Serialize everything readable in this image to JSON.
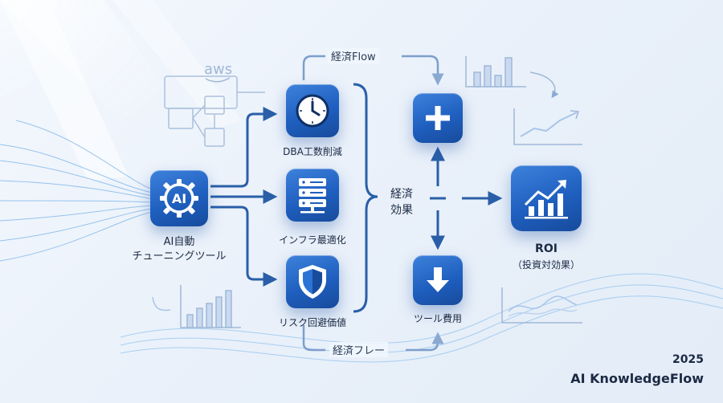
{
  "brand": {
    "aws_logo_text": "aws"
  },
  "source": {
    "icon_text": "AI",
    "label_line1": "AI自動",
    "label_line2": "チューニングツール"
  },
  "benefits": [
    {
      "label": "DBA工数削減",
      "icon": "clock-icon"
    },
    {
      "label": "インフラ最適化",
      "icon": "server-icon"
    },
    {
      "label": "リスク回避価値",
      "icon": "shield-icon"
    }
  ],
  "middle": {
    "label_line1": "経済",
    "label_line2": "効果"
  },
  "flows": {
    "top": "経済Flow",
    "bottom": "経済フレー"
  },
  "outcomes": {
    "plus_icon": "plus-icon",
    "down_icon": "down-arrow-icon",
    "cost_label": "ツール費用"
  },
  "roi": {
    "label_line1": "ROI",
    "label_line2": "（投資対効果）"
  },
  "footer": {
    "year": "2025",
    "org": "AI KnowledgeFlow"
  },
  "colors": {
    "accent": "#1f5fbf",
    "arrow": "#2a5fa8",
    "faint": "#9fb8d8"
  }
}
